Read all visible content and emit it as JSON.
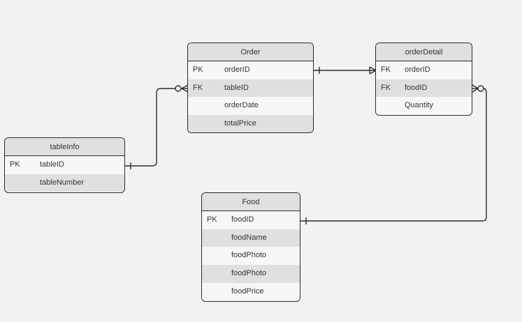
{
  "colors": {
    "background": "#f2f2f2",
    "header_fill": "#e0e0e0",
    "row_fill": "#f7f7f7",
    "alt_row_fill": "#e0e0e0",
    "stroke": "#2b2b2b",
    "text": "#333333"
  },
  "entities": [
    {
      "id": "order",
      "title": "Order",
      "rows": [
        {
          "key": "PK",
          "name": "orderID"
        },
        {
          "key": "FK",
          "name": "tableID"
        },
        {
          "key": "",
          "name": "orderDate"
        },
        {
          "key": "",
          "name": "totalPrice"
        }
      ]
    },
    {
      "id": "orderdetail",
      "title": "orderDetail",
      "rows": [
        {
          "key": "FK",
          "name": "orderID"
        },
        {
          "key": "FK",
          "name": "foodID"
        },
        {
          "key": "",
          "name": "Quantity"
        }
      ]
    },
    {
      "id": "tableinfo",
      "title": "tableInfo",
      "rows": [
        {
          "key": "PK",
          "name": "tableID"
        },
        {
          "key": "",
          "name": "tableNumber"
        }
      ]
    },
    {
      "id": "food",
      "title": "Food",
      "rows": [
        {
          "key": "PK",
          "name": "foodID"
        },
        {
          "key": "",
          "name": "foodName"
        },
        {
          "key": "",
          "name": "foodPhoto"
        },
        {
          "key": "",
          "name": "foodPhoto"
        },
        {
          "key": "",
          "name": "foodPrice"
        }
      ]
    }
  ],
  "relationships": [
    {
      "id": "order-orderdetail",
      "from": "order.orderID",
      "to": "orderDetail.orderID",
      "from_end": "one",
      "to_end": "one-or-many"
    },
    {
      "id": "tableinfo-order",
      "from": "tableInfo.tableID",
      "to": "Order.tableID",
      "from_end": "one",
      "to_end": "zero-or-many"
    },
    {
      "id": "food-orderdetail",
      "from": "Food.foodID",
      "to": "orderDetail.foodID",
      "from_end": "one",
      "to_end": "zero-or-many"
    }
  ]
}
